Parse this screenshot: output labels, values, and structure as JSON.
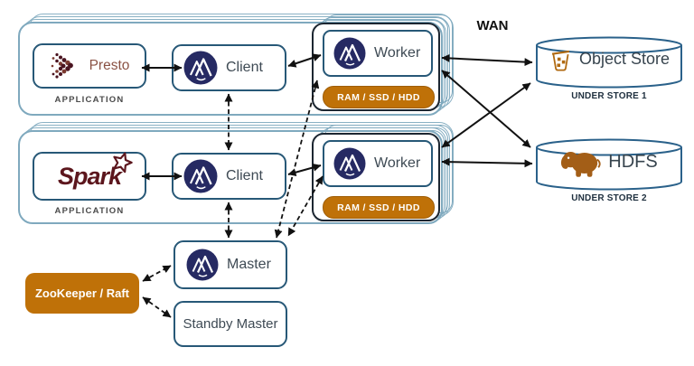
{
  "colors": {
    "accent_orange": "#BF7108",
    "alluxio_logo_navy": "#262A63",
    "box_border_blue": "#275877",
    "group_border_blue": "#7FA9BE",
    "worker_stack_border": "#1C2631",
    "presto_text": "#8A5244",
    "spark_maroon": "#5C161D",
    "arrow_black": "#111111"
  },
  "clusters": {
    "row1": {
      "app_name": "Presto",
      "caption": "APPLICATION",
      "client_label": "Client",
      "worker_label": "Worker",
      "worker_storage": "RAM / SSD / HDD"
    },
    "row2": {
      "app_name": "Spark",
      "caption": "APPLICATION",
      "client_label": "Client",
      "worker_label": "Worker",
      "worker_storage": "RAM / SSD / HDD"
    }
  },
  "masters": {
    "master_label": "Master",
    "standby_label": "Standby Master",
    "coordination_label": "ZooKeeper / Raft"
  },
  "network": {
    "wan_label": "WAN"
  },
  "under_stores": [
    {
      "name": "Object Store",
      "caption": "UNDER STORE 1"
    },
    {
      "name": "HDFS",
      "caption": "UNDER STORE 2"
    }
  ]
}
